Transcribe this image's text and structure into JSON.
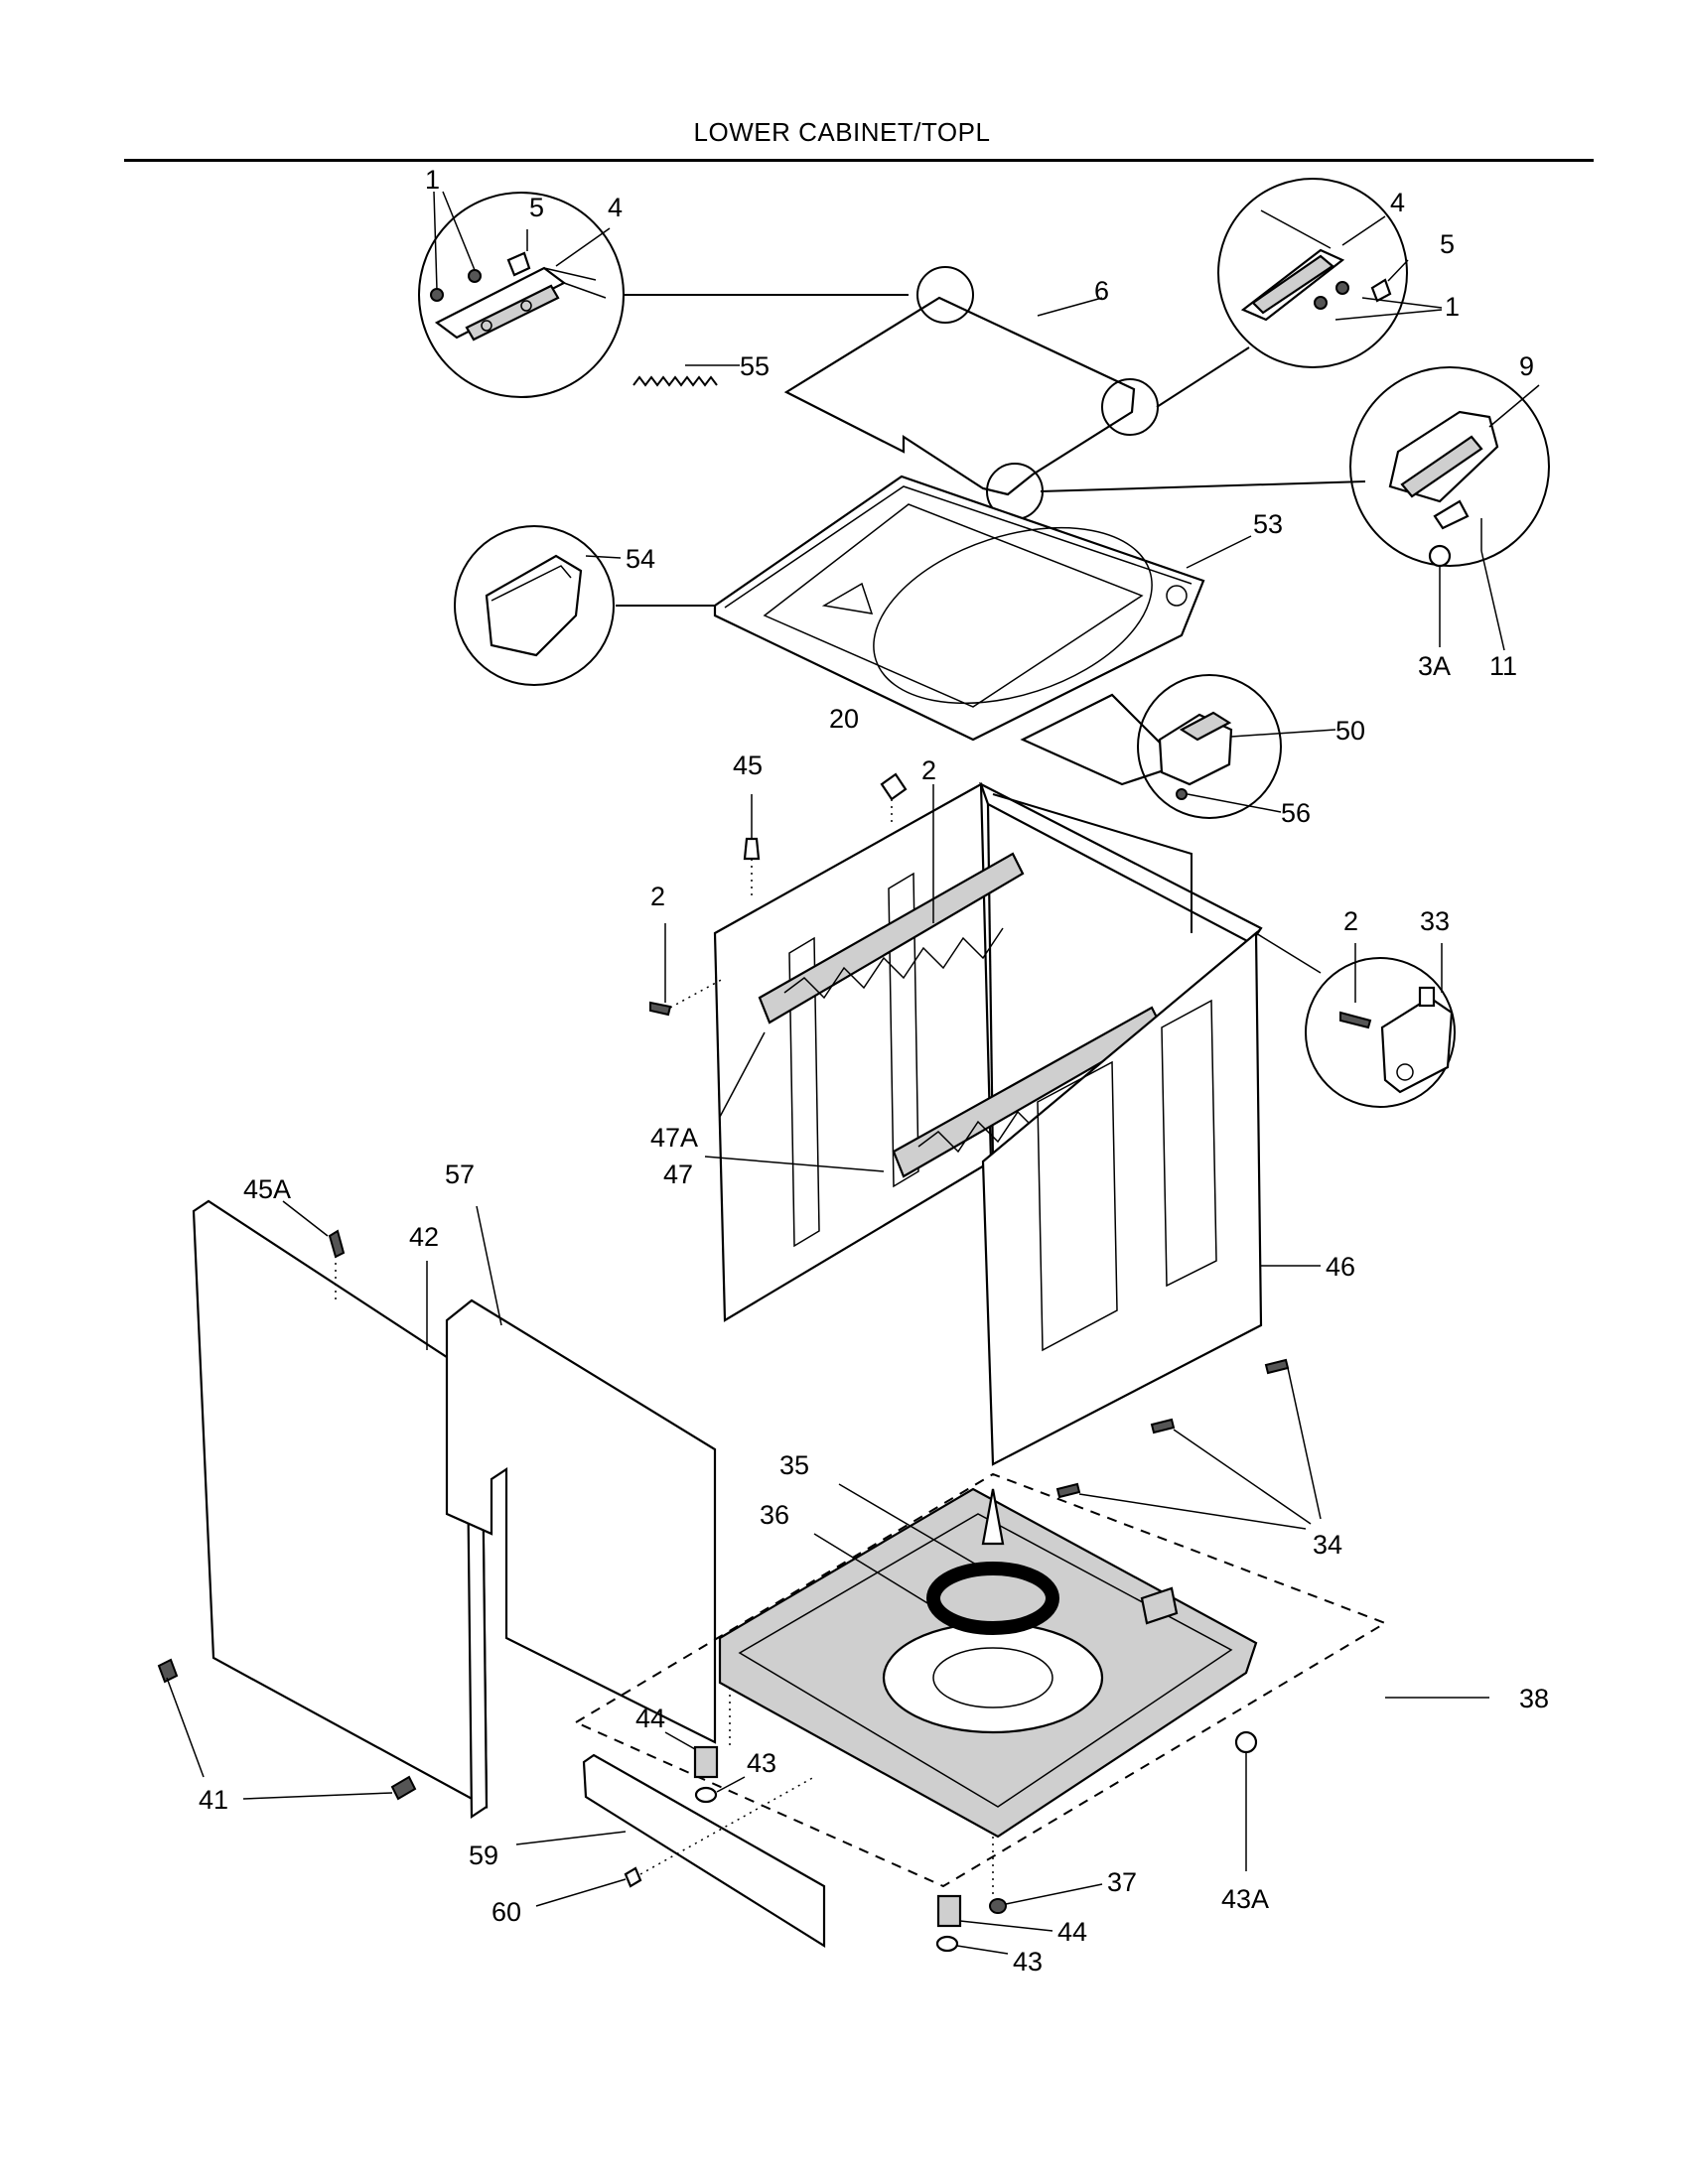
{
  "title": "LOWER CABINET/TOPL",
  "callouts": {
    "c1a": "1",
    "c5a": "5",
    "c4a": "4",
    "c55": "55",
    "c6": "6",
    "c4b": "4",
    "c5b": "5",
    "c1b": "1",
    "c9": "9",
    "c54": "54",
    "c53": "53",
    "c3A": "3A",
    "c11": "11",
    "c20": "20",
    "c45": "45",
    "c2a": "2",
    "c50": "50",
    "c56": "56",
    "c2b": "2",
    "c2c": "2",
    "c33": "33",
    "c47A": "47A",
    "c47": "47",
    "c57": "57",
    "c45A": "45A",
    "c42": "42",
    "c46": "46",
    "c35": "35",
    "c36": "36",
    "c34": "34",
    "c38": "38",
    "c44a": "44",
    "c43a": "43",
    "c41": "41",
    "c59": "59",
    "c60": "60",
    "c37": "37",
    "c44b": "44",
    "c43b": "43",
    "c43A": "43A"
  }
}
